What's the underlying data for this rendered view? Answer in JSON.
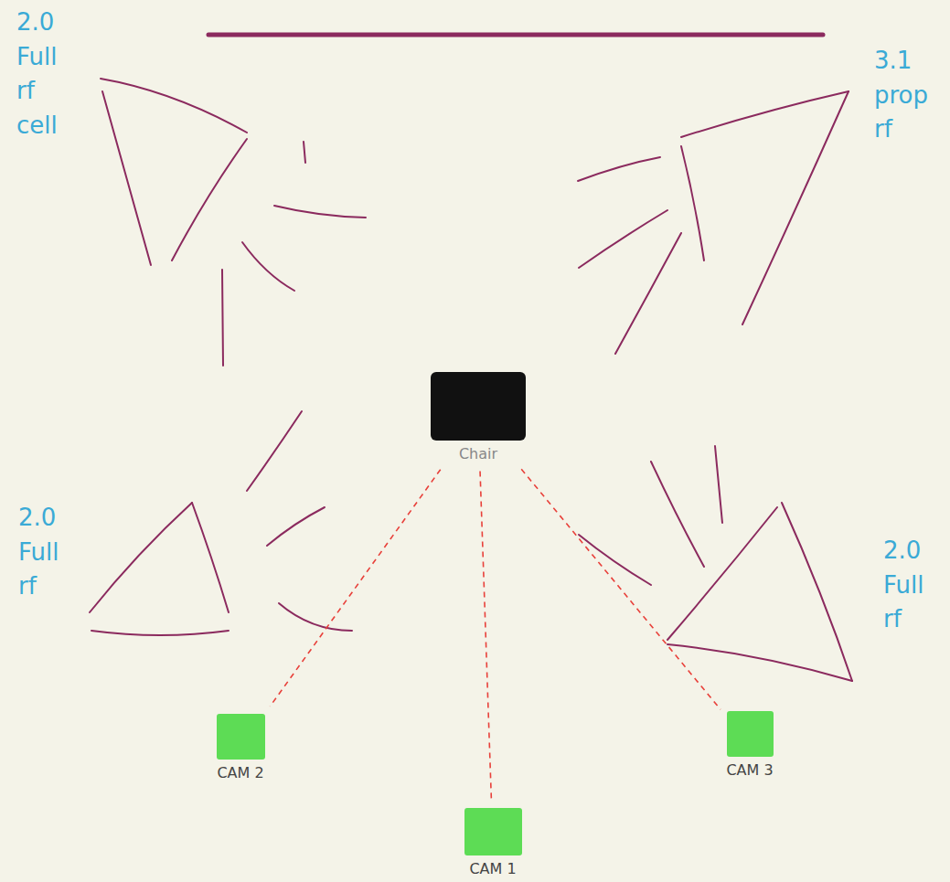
{
  "diagram": {
    "nodes": [
      {
        "text": [
          "Chair"
        ]
      },
      {
        "text": [
          "CAM 2"
        ]
      },
      {
        "text": [
          "CAM 3"
        ]
      },
      {
        "text": [
          "CAM 1"
        ]
      }
    ],
    "edges": [
      {
        "from": 0,
        "to": 1,
        "arrow": "none"
      },
      {
        "from": 0,
        "to": 3,
        "arrow": "none"
      },
      {
        "from": 0,
        "to": 2,
        "arrow": "none"
      }
    ],
    "labels": [
      "2.0 Full rf cell",
      "3.1 prop rf",
      "2.0 Full rf",
      "2.0 Full rf"
    ]
  }
}
